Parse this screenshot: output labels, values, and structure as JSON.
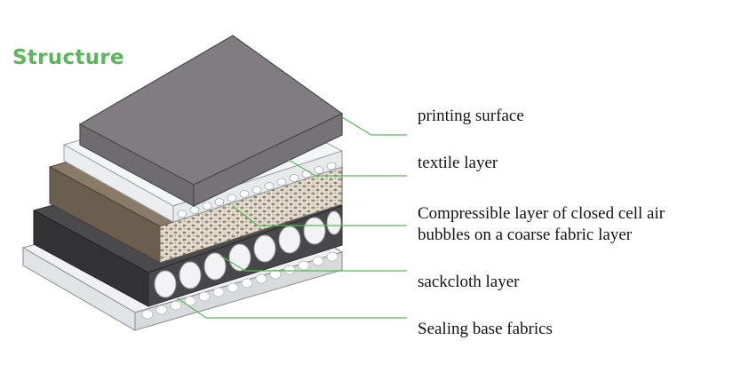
{
  "title": "Structure",
  "accent_color": "#5cb85c",
  "layers": [
    {
      "label": "printing surface",
      "color": "#79757a"
    },
    {
      "label": "textile layer",
      "color": "#ecedf0"
    },
    {
      "label_lines": [
        "Compressible layer of closed cell air",
        "bubbles on a coarse fabric layer"
      ],
      "color": "#6e6253"
    },
    {
      "label": "sackcloth layer",
      "color": "#3a3a3c"
    },
    {
      "label": "Sealing base fabrics",
      "color": "#e6e7ea"
    }
  ]
}
